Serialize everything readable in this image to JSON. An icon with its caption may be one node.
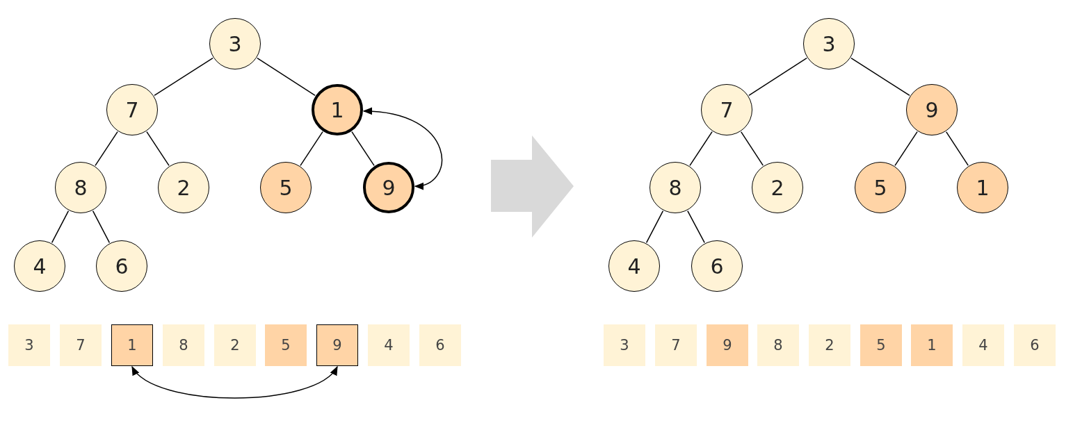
{
  "diagram": {
    "nodes": [
      {
        "text": [
          "3"
        ]
      },
      {
        "text": [
          "7"
        ]
      },
      {
        "text": [
          "1"
        ]
      },
      {
        "text": [
          "8"
        ]
      },
      {
        "text": [
          "2"
        ]
      },
      {
        "text": [
          "5"
        ]
      },
      {
        "text": [
          "9"
        ]
      },
      {
        "text": [
          "4"
        ]
      },
      {
        "text": [
          "6"
        ]
      },
      {
        "text": [
          "3"
        ]
      },
      {
        "text": [
          "7"
        ]
      },
      {
        "text": [
          "1"
        ]
      },
      {
        "text": [
          "8"
        ]
      },
      {
        "text": [
          "2"
        ]
      },
      {
        "text": [
          "5"
        ]
      },
      {
        "text": [
          "9"
        ]
      },
      {
        "text": [
          "4"
        ]
      },
      {
        "text": [
          "6"
        ]
      },
      {
        "text": [
          "3"
        ]
      },
      {
        "text": [
          "7"
        ]
      },
      {
        "text": [
          "9"
        ]
      },
      {
        "text": [
          "8"
        ]
      },
      {
        "text": [
          "2"
        ]
      },
      {
        "text": [
          "5"
        ]
      },
      {
        "text": [
          "1"
        ]
      },
      {
        "text": [
          "4"
        ]
      },
      {
        "text": [
          "6"
        ]
      },
      {
        "text": [
          "3"
        ]
      },
      {
        "text": [
          "7"
        ]
      },
      {
        "text": [
          "9"
        ]
      },
      {
        "text": [
          "8"
        ]
      },
      {
        "text": [
          "2"
        ]
      },
      {
        "text": [
          "5"
        ]
      },
      {
        "text": [
          "1"
        ]
      },
      {
        "text": [
          "4"
        ]
      },
      {
        "text": [
          "6"
        ]
      }
    ],
    "edges": [
      {
        "from": 0,
        "to": 1,
        "arrow": "none"
      },
      {
        "from": 0,
        "to": 2,
        "arrow": "none"
      },
      {
        "from": 1,
        "to": 3,
        "arrow": "none"
      },
      {
        "from": 1,
        "to": 4,
        "arrow": "none"
      },
      {
        "from": 2,
        "to": 5,
        "arrow": "none"
      },
      {
        "from": 2,
        "to": 6,
        "arrow": "none"
      },
      {
        "from": 3,
        "to": 7,
        "arrow": "none"
      },
      {
        "from": 3,
        "to": 8,
        "arrow": "none"
      },
      {
        "from": 2,
        "to": 6,
        "arrow": "both"
      },
      {
        "from": 11,
        "to": 15,
        "arrow": "both"
      },
      {
        "from": 18,
        "to": 19,
        "arrow": "none"
      },
      {
        "from": 18,
        "to": 20,
        "arrow": "none"
      },
      {
        "from": 19,
        "to": 21,
        "arrow": "none"
      },
      {
        "from": 19,
        "to": 22,
        "arrow": "none"
      },
      {
        "from": 20,
        "to": 23,
        "arrow": "none"
      },
      {
        "from": 20,
        "to": 24,
        "arrow": "none"
      },
      {
        "from": 21,
        "to": 25,
        "arrow": "none"
      },
      {
        "from": 21,
        "to": 26,
        "arrow": "none"
      }
    ]
  }
}
